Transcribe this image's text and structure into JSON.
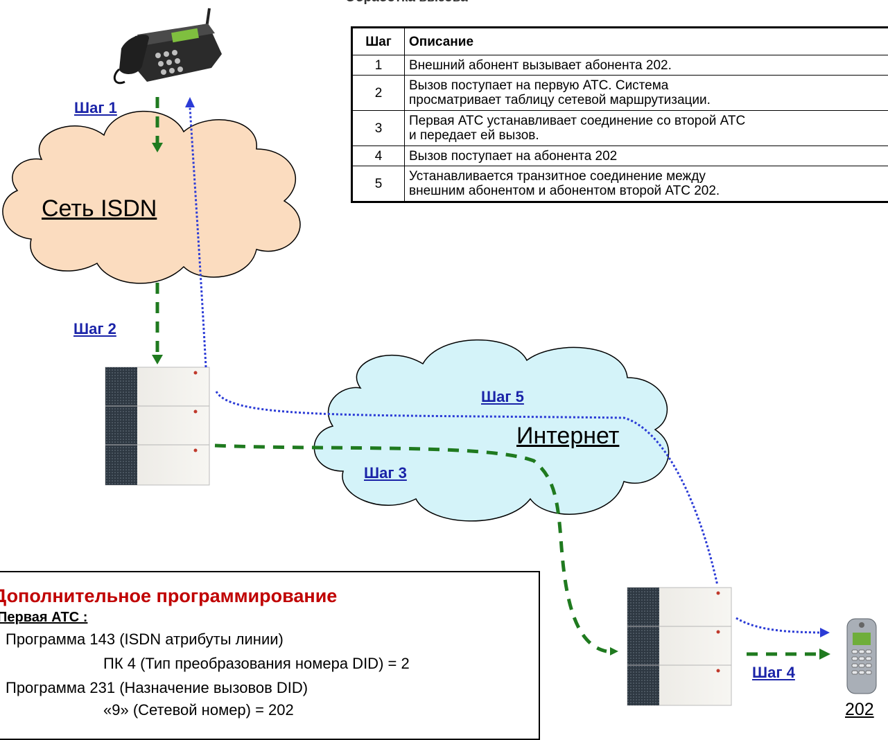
{
  "header": {
    "title": "Обработка вызова"
  },
  "steps_table": {
    "headers": [
      "Шаг",
      "Описание"
    ],
    "rows": [
      {
        "num": "1",
        "desc": "Внешний абонент вызывает абонента 202."
      },
      {
        "num": "2",
        "desc_line1": "Вызов поступает на первую АТС. Система",
        "desc_line2": "просматривает таблицу сетевой маршрутизации."
      },
      {
        "num": "3",
        "desc_line1": "Первая АТС устанавливает соединение со второй АТС",
        "desc_line2": "и передает ей вызов."
      },
      {
        "num": "4",
        "desc": "Вызов поступает на абонента 202"
      },
      {
        "num": "5",
        "desc_line1": "Устанавливается транзитное соединение между",
        "desc_line2": "внешним абонентом и абонентом второй АТС 202."
      }
    ]
  },
  "diagram": {
    "isdn_cloud_label": "Сеть ISDN",
    "internet_cloud_label": "Интернет",
    "step_labels": [
      "Шаг 1",
      "Шаг 2",
      "Шаг 3",
      "Шаг 4",
      "Шаг 5"
    ],
    "extension_label": "202",
    "colors": {
      "green_path": "#1f7a1f",
      "blue_path": "#2b3bd6",
      "isdn_cloud": "#fbdcbf",
      "internet_cloud": "#d4f3f9",
      "step_link": "#1a23a8"
    }
  },
  "programming": {
    "title": "Дополнительное программирование",
    "subtitle": "Первая АТС :",
    "lines": [
      "Программа 143 (ISDN атрибуты линии)",
      "ПК 4 (Тип преобразования номера DID) = 2",
      "Программа 231 (Назначение вызовов DID)",
      "«9» (Сетевой номер) = 202"
    ]
  }
}
